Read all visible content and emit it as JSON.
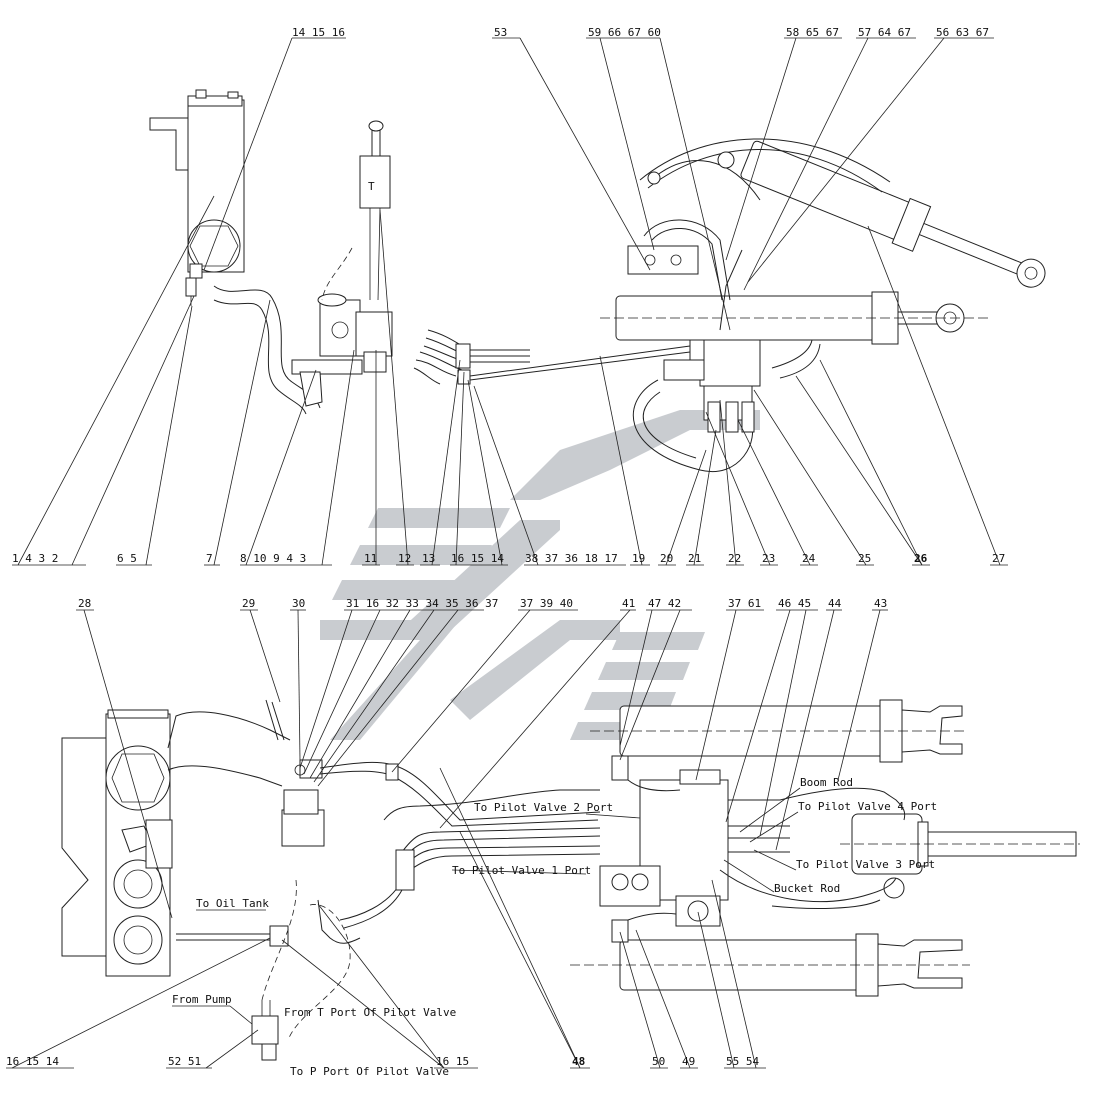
{
  "top_labels": [
    {
      "id": "t-14-15-16",
      "text": "14 15 16"
    },
    {
      "id": "t-53",
      "text": "53"
    },
    {
      "id": "t-59-66-67-60",
      "text": "59 66 67 60"
    },
    {
      "id": "t-58-65-67",
      "text": "58 65 67"
    },
    {
      "id": "t-57-64-67",
      "text": "57 64 67"
    },
    {
      "id": "t-56-63-67",
      "text": "56 63 67"
    }
  ],
  "upper_bottom_labels": [
    {
      "id": "u-1-4-3-2",
      "text": "1 4 3 2"
    },
    {
      "id": "u-6-5",
      "text": "6 5"
    },
    {
      "id": "u-7",
      "text": "7"
    },
    {
      "id": "u-8-10-9-4-3",
      "text": "8 10 9 4 3"
    },
    {
      "id": "u-11",
      "text": "11"
    },
    {
      "id": "u-12",
      "text": "12"
    },
    {
      "id": "u-13",
      "text": "13"
    },
    {
      "id": "u-16-15-14",
      "text": "16 15 14"
    },
    {
      "id": "u-38-37-36-18-17",
      "text": "38 37 36 18 17"
    },
    {
      "id": "u-19",
      "text": "19"
    },
    {
      "id": "u-20",
      "text": "20"
    },
    {
      "id": "u-21",
      "text": "21"
    },
    {
      "id": "u-22",
      "text": "22"
    },
    {
      "id": "u-23",
      "text": "23"
    },
    {
      "id": "u-24",
      "text": "24"
    },
    {
      "id": "u-25",
      "text": "25"
    },
    {
      "id": "u-26",
      "text": "26"
    },
    {
      "id": "u-27",
      "text": "27"
    }
  ],
  "lower_top_labels": [
    {
      "id": "l-28",
      "text": "28"
    },
    {
      "id": "l-29",
      "text": "29"
    },
    {
      "id": "l-30",
      "text": "30"
    },
    {
      "id": "l-31-16-32-33-34-35-36-37",
      "text": "31 16 32 33 34 35 36 37"
    },
    {
      "id": "l-37-39-40",
      "text": "37 39 40"
    },
    {
      "id": "l-41",
      "text": "41"
    },
    {
      "id": "l-47-42",
      "text": "47 42"
    },
    {
      "id": "l-37-61",
      "text": "37 61"
    },
    {
      "id": "l-46-45",
      "text": "46 45"
    },
    {
      "id": "l-44",
      "text": "44"
    },
    {
      "id": "l-43",
      "text": "43"
    }
  ],
  "lower_bottom_labels": [
    {
      "id": "b-16-15-14",
      "text": "16 15 14"
    },
    {
      "id": "b-52-51",
      "text": "52 51"
    },
    {
      "id": "b-16-15",
      "text": "16 15"
    },
    {
      "id": "b-48",
      "text": "48"
    },
    {
      "id": "b-50",
      "text": "50"
    },
    {
      "id": "b-49",
      "text": "49"
    },
    {
      "id": "b-55-54",
      "text": "55 54"
    }
  ],
  "notes": {
    "boom_rod": "Boom Rod",
    "to_pilot_valve_4_port": "To Pilot Valve 4 Port",
    "to_pilot_valve_2_port": "To Pilot Valve 2 Port",
    "to_pilot_valve_1_port": "To Pilot Valve 1 Port",
    "to_pilot_valve_3_port": "To Pilot Valve 3 Port",
    "bucket_rod": "Bucket Rod",
    "to_oil_tank": "To Oil Tank",
    "from_pump": "From Pump",
    "from_t_port": "From T Port Of Pilot Valve",
    "to_p_port": "To P Port Of Pilot Valve"
  }
}
